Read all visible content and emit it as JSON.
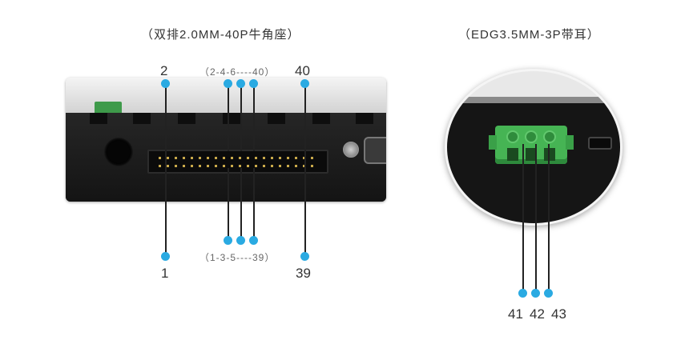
{
  "left_section": {
    "caption": "（双排2.0MM-40P牛角座）",
    "top_range": "（2-4-6----40）",
    "bottom_range": "（1-3-5----39）",
    "pin_top_left": "2",
    "pin_top_right": "40",
    "pin_bottom_left": "1",
    "pin_bottom_right": "39"
  },
  "right_section": {
    "caption": "（EDG3.5MM-3P带耳）",
    "pins": [
      "41",
      "42",
      "43"
    ]
  },
  "colors": {
    "marker": "#2aaae2",
    "plug_green": "#46b454"
  }
}
